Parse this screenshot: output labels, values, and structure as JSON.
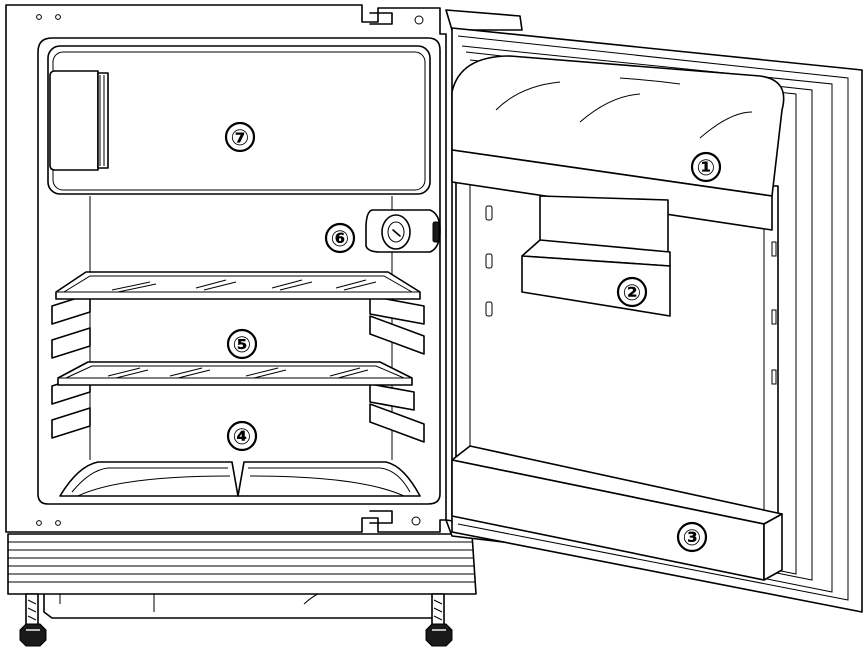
{
  "diagram": {
    "labels": [
      {
        "id": "door-upper-compartment",
        "text": "①"
      },
      {
        "id": "door-middle-shelf",
        "text": "②"
      },
      {
        "id": "door-bottle-shelf",
        "text": "③"
      },
      {
        "id": "lower-glass-shelf",
        "text": "④"
      },
      {
        "id": "upper-glass-shelf",
        "text": "⑤"
      },
      {
        "id": "thermostat-knob",
        "text": "⑥"
      },
      {
        "id": "freezer-compartment",
        "text": "⑦"
      }
    ]
  },
  "colors": {
    "line": "#000000",
    "background": "#ffffff",
    "feet": "#1a1a1a"
  }
}
